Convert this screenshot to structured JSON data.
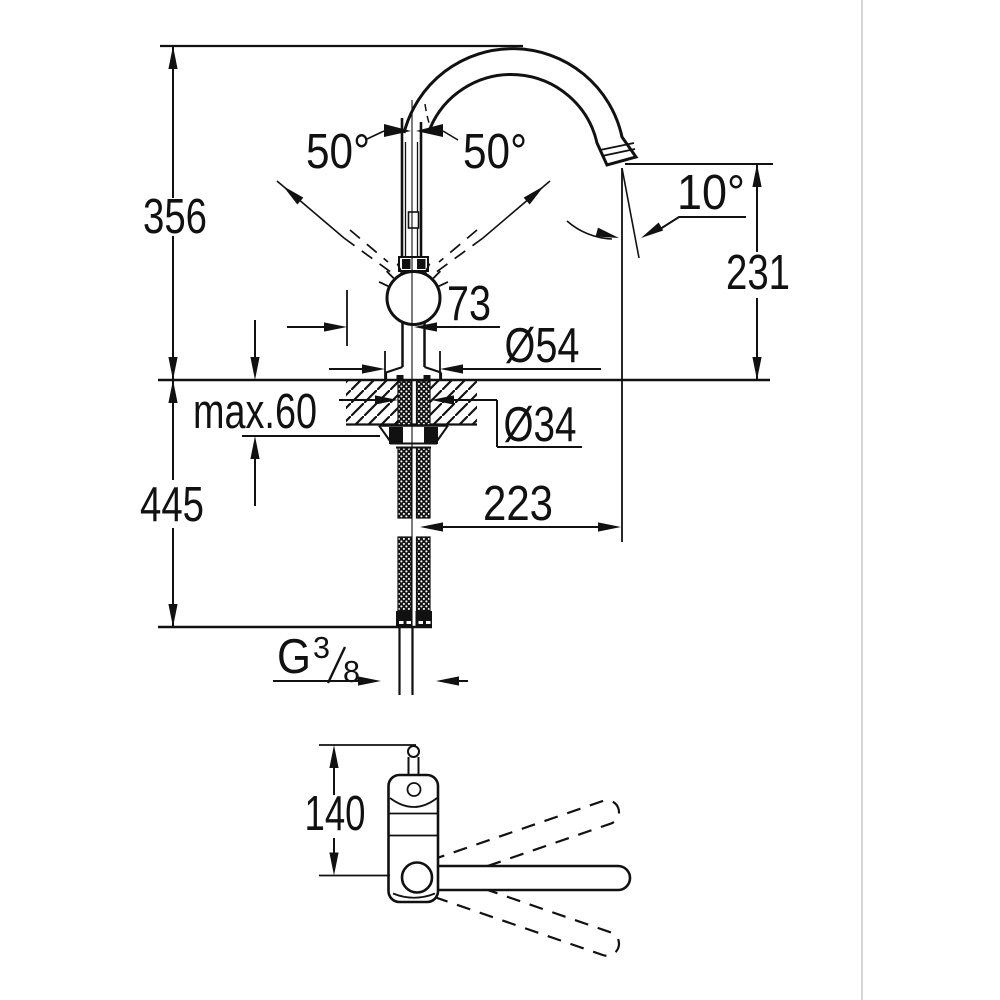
{
  "drawing": {
    "type": "faucet-installation-dimension-drawing",
    "line_color": "#111111",
    "background": "#ffffff",
    "separator_color": "#c9c9c9"
  },
  "labels": {
    "height_above_deck": "356",
    "height_below_deck": "445",
    "deck_thickness_max": "max.60",
    "swivel_angle_left": "50°",
    "swivel_angle_right": "50°",
    "outlet_angle": "10°",
    "outlet_height": "231",
    "handle_projection": "73",
    "base_diameter": "Ø54",
    "shank_diameter": "Ø34",
    "spout_reach": "223",
    "thread_prefix": "G",
    "thread_numerator": "3",
    "thread_denominator": "8",
    "handle_length": "140"
  }
}
